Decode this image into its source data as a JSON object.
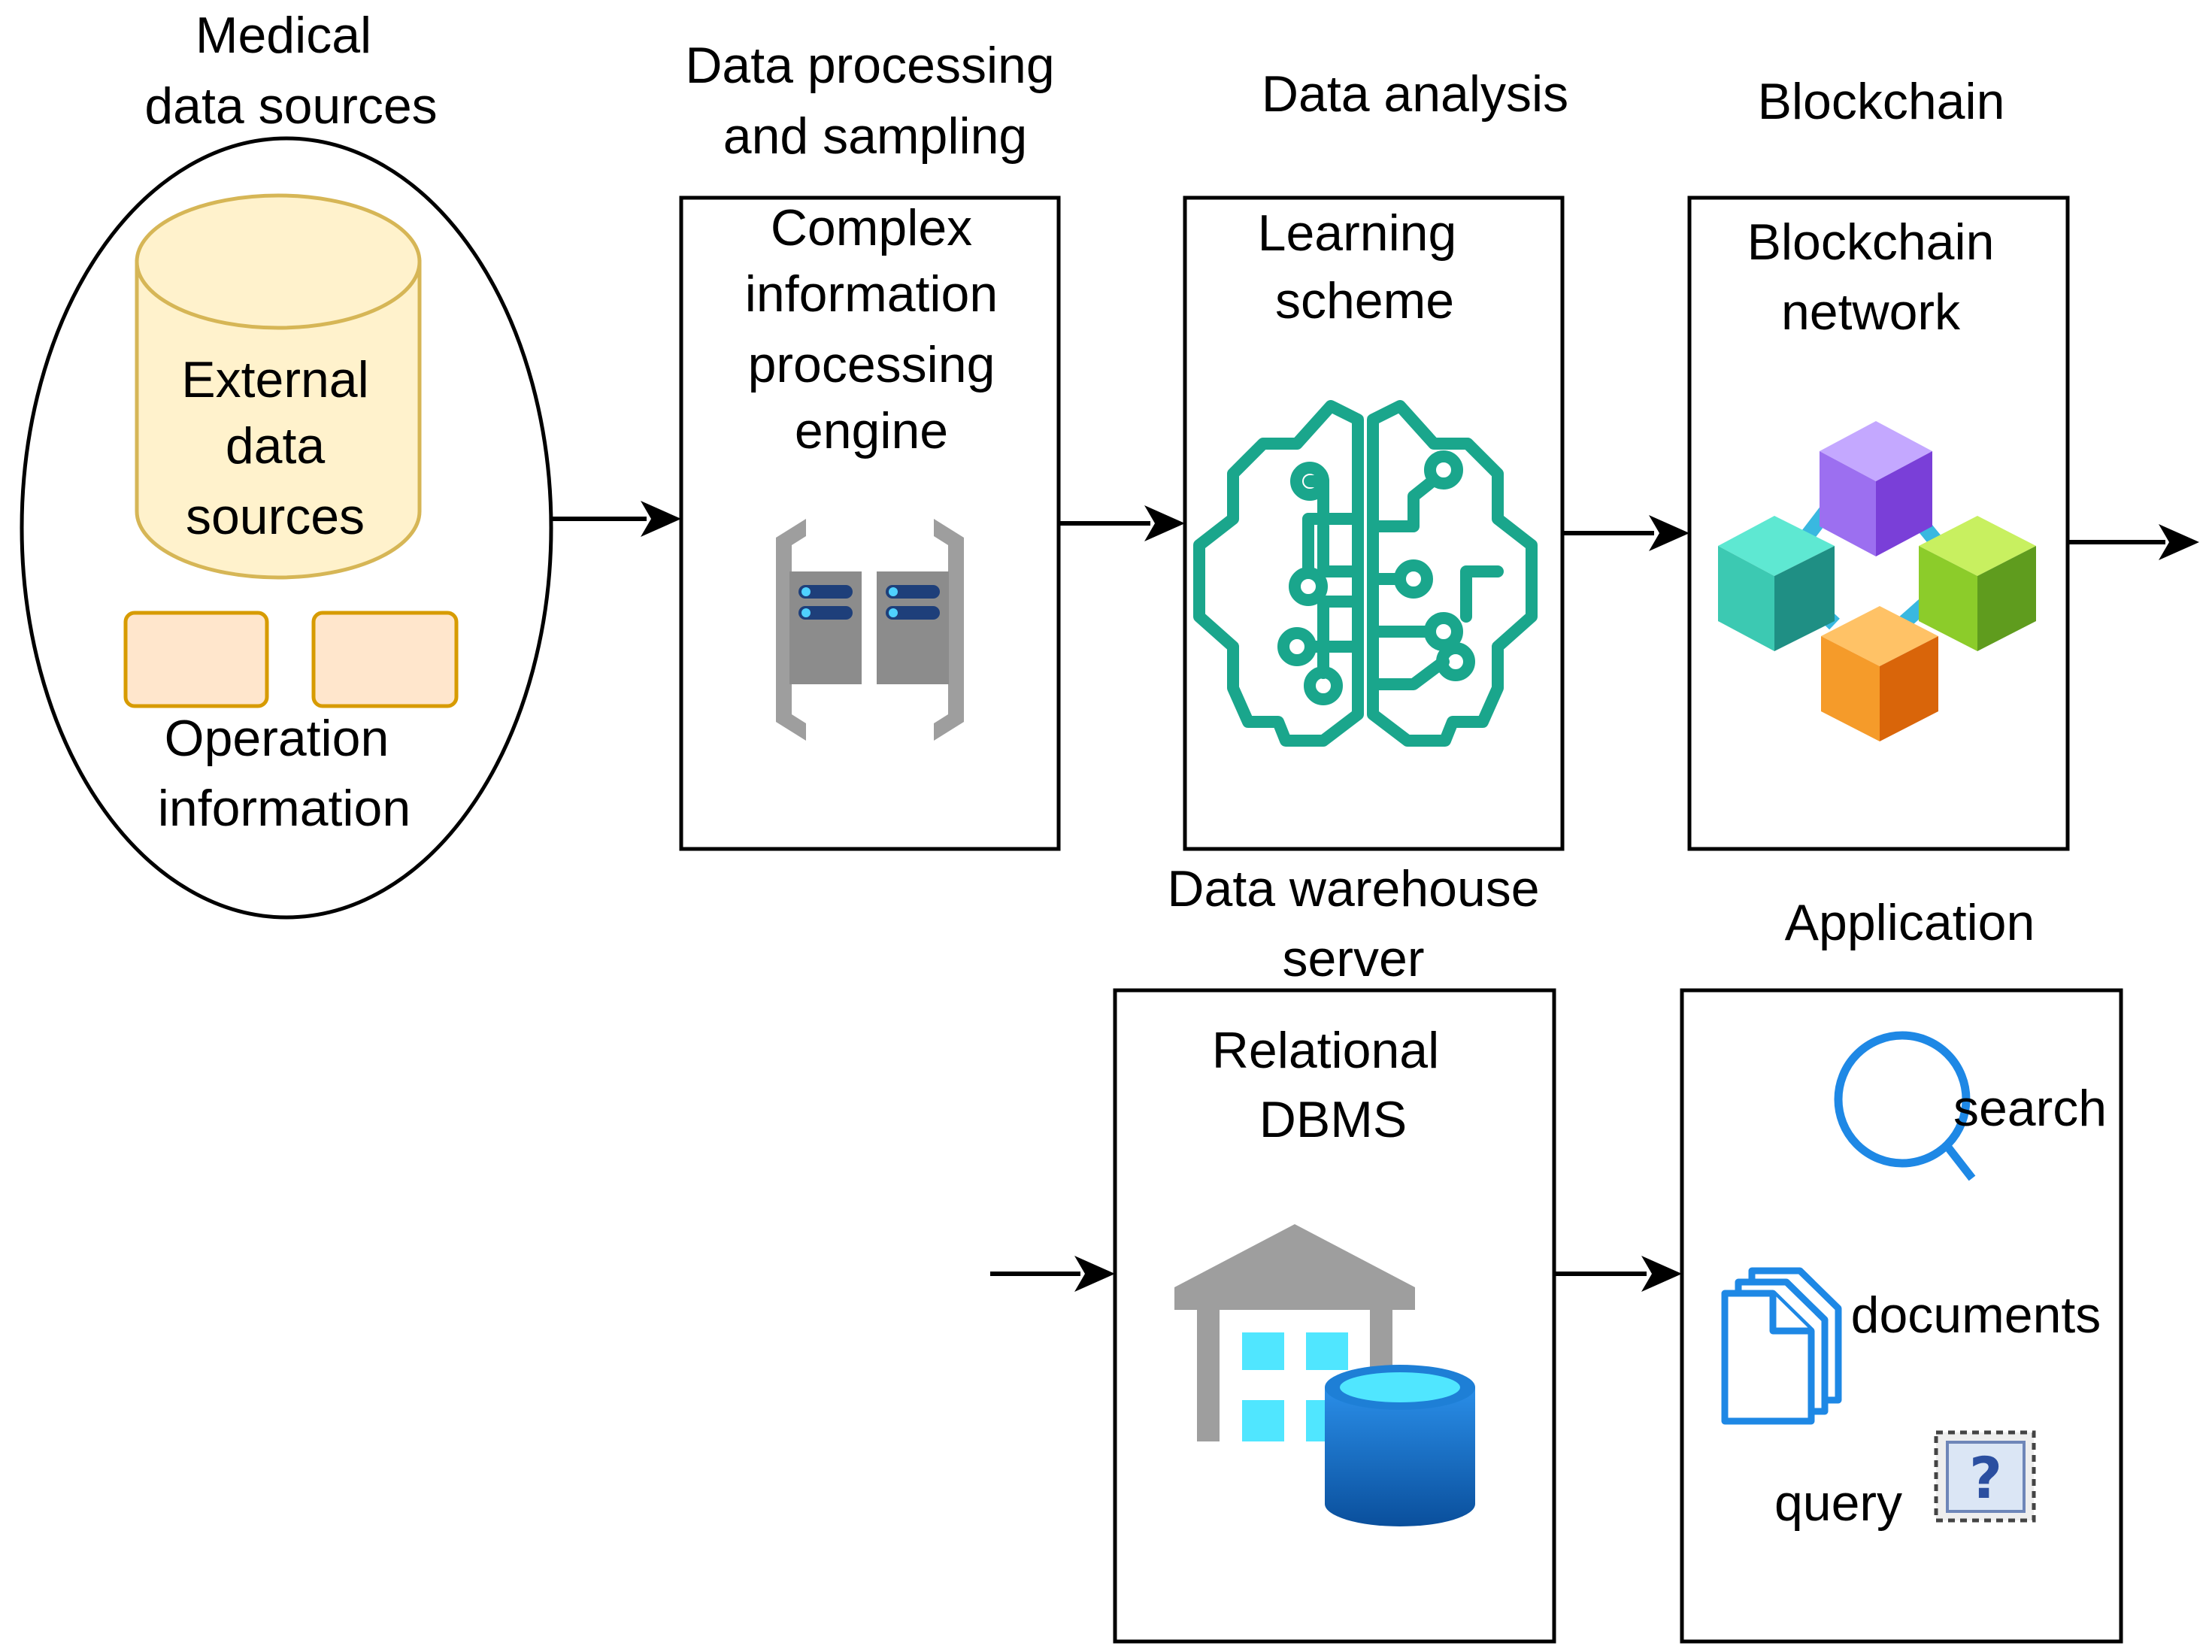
{
  "headers": {
    "medical_line1": "Medical",
    "medical_line2": "data sources",
    "processing_line1": "Data processing",
    "processing_line2": "and sampling",
    "analysis": "Data analysis",
    "blockchain": "Blockchain",
    "warehouse_line1": "Data warehouse",
    "warehouse_line2": "server",
    "application": "Application"
  },
  "medical": {
    "cylinder_line1": "External",
    "cylinder_line2": "data",
    "cylinder_line3": "sources",
    "operation_line1": "Operation",
    "operation_line2": "information"
  },
  "processing_box": {
    "line1": "Complex",
    "line2": "information",
    "line3": "processing",
    "line4": "engine"
  },
  "analysis_box": {
    "line1": "Learning",
    "line2": "scheme"
  },
  "blockchain_box": {
    "line1": "Blockchain",
    "line2": "network"
  },
  "warehouse_box": {
    "line1": "Relational",
    "line2": "DBMS"
  },
  "application_box": {
    "search": "search",
    "documents": "documents",
    "query": "query"
  },
  "icons": {
    "engine": "server-engine-icon",
    "brain": "brain-circuit-icon",
    "blockchain": "blockchain-cubes-icon",
    "warehouse": "warehouse-database-icon",
    "search": "search-icon",
    "documents": "documents-icon",
    "query": "query-icon"
  },
  "colors": {
    "cylinder_fill": "#fff2cc",
    "cylinder_stroke": "#d6b656",
    "operation_fill": "#ffe6cc",
    "operation_stroke": "#d79b00",
    "brain_teal": "#1aa68c",
    "azure_blue": "#0078d4"
  }
}
